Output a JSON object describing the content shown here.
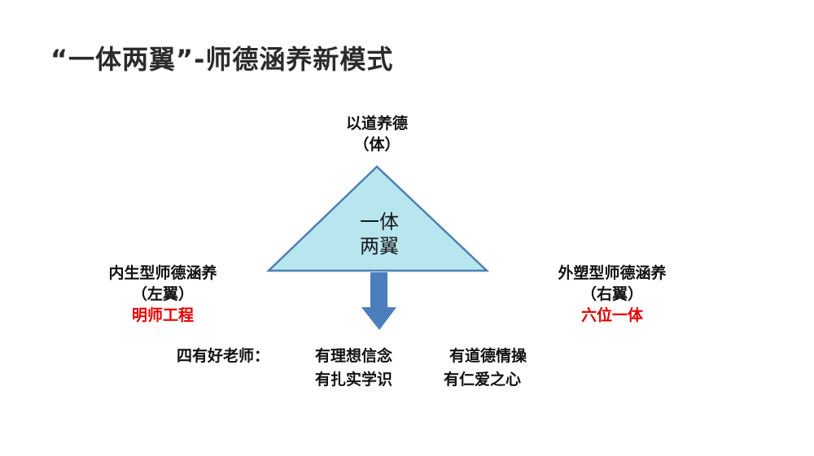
{
  "slide": {
    "title": "“一体两翼”-师德涵养新模式"
  },
  "diagram": {
    "top": {
      "line1": "以道养德",
      "line2": "（体）"
    },
    "center": {
      "line1": "一体",
      "line2": "两翼"
    },
    "left": {
      "line1": "内生型师德涵养",
      "line2": "（左翼）",
      "line3": "明师工程"
    },
    "right": {
      "line1": "外塑型师德涵养",
      "line2": "（右翼）",
      "line3": "六位一体"
    },
    "bottom": {
      "lead": "四有好老师：",
      "item1": "有理想信念",
      "item2": "有道德情操",
      "item3": "有扎实学识",
      "item4": "有仁爱之心"
    },
    "colors": {
      "triangle_fill": "#b7e6ef",
      "triangle_stroke": "#4f7fb4",
      "arrow": "#4a7ebd",
      "highlight": "#e60000"
    }
  }
}
